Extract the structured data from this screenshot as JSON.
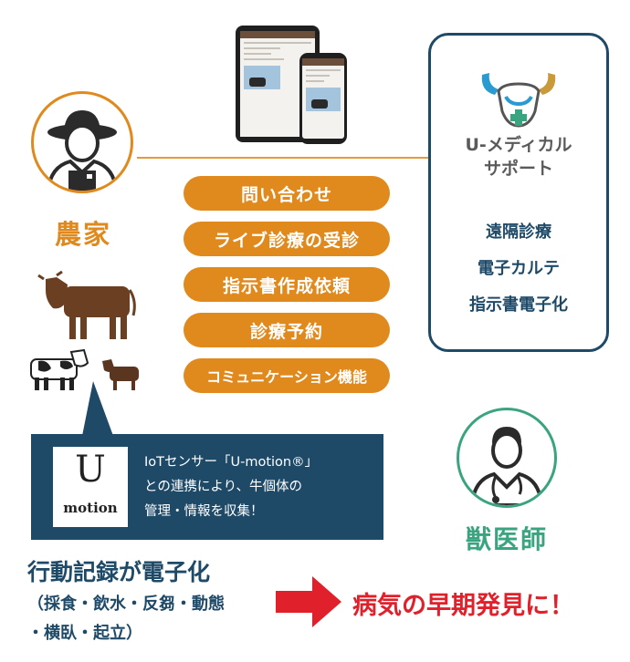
{
  "farmer": {
    "label": "農家"
  },
  "vet": {
    "label": "獣医師"
  },
  "actions": [
    "問い合わせ",
    "ライブ診療の受診",
    "指示書作成依頼",
    "診療予約",
    "コミュニケーション機能"
  ],
  "service": {
    "name_line1": "U-メディカル",
    "name_line2": "サポート",
    "features": [
      "遠隔診療",
      "電子カルテ",
      "指示書電子化"
    ]
  },
  "umotion": {
    "logo_letter": "U",
    "logo_word": "motion",
    "description_lines": [
      "IoTセンサー「U-motion®」",
      "との連携により、牛個体の",
      "管理・情報を収集！"
    ]
  },
  "behavior": {
    "title": "行動記録が電子化",
    "details_line1": "（採食・飲水・反芻・動態",
    "details_line2": "・横臥・起立）"
  },
  "result": "病気の早期発見に！",
  "colors": {
    "orange": "#e08a1e",
    "navy": "#1e4a68",
    "green": "#3aa37f",
    "red": "#e0202a"
  }
}
